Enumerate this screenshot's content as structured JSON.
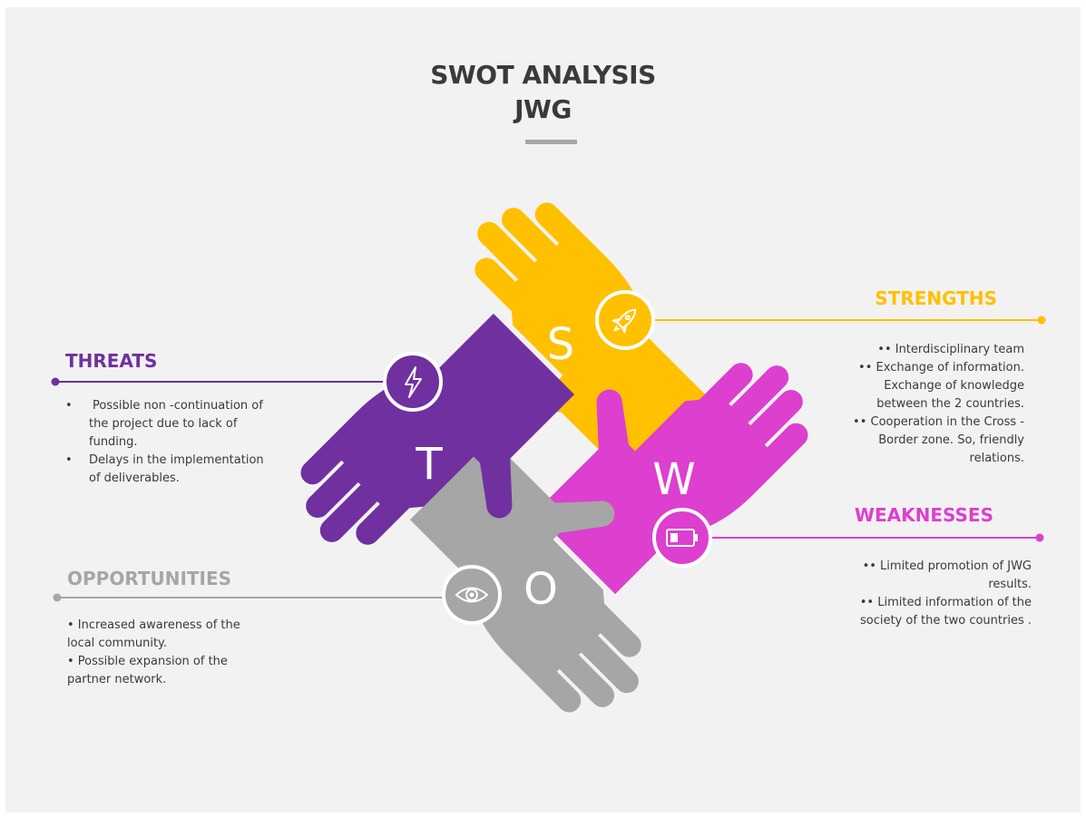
{
  "title": {
    "line1": "SWOT ANALYSIS",
    "line2": "JWG"
  },
  "colors": {
    "strengths": "#ffc000",
    "weaknesses": "#dd3fcf",
    "opportunities": "#a6a6a6",
    "threats": "#7030a0",
    "text": "#3a3a3a",
    "background": "#f2f2f2"
  },
  "quadrants": {
    "strengths": {
      "letter": "S",
      "icon": "rocket-icon",
      "heading": "STRENGTHS",
      "bullets": [
        [
          "• Interdisciplinary team"
        ],
        [
          "• Exchange of information.",
          "Exchange of knowledge",
          "between the 2 countries."
        ],
        [
          "• Cooperation in the Cross   -",
          "Border zone. So, friendly",
          "relations."
        ]
      ]
    },
    "weaknesses": {
      "letter": "W",
      "icon": "battery-low-icon",
      "heading": "WEAKNESSES",
      "bullets": [
        [
          "• Limited promotion of JWG",
          "results."
        ],
        [
          "• Limited information of the",
          "society of the two countries  ."
        ]
      ]
    },
    "opportunities": {
      "letter": "O",
      "icon": "eye-icon",
      "heading": "OPPORTUNITIES",
      "bullets": [
        "• Increased awareness of the",
        "local community.",
        "• Possible expansion of the",
        "partner network."
      ]
    },
    "threats": {
      "letter": "T",
      "icon": "lightning-icon",
      "heading": "THREATS",
      "bullets": [
        [
          "Possible non -continuation of",
          "the project due to lack of",
          "funding."
        ],
        [
          "Delays in the implementation",
          "of deliverables."
        ]
      ]
    }
  }
}
